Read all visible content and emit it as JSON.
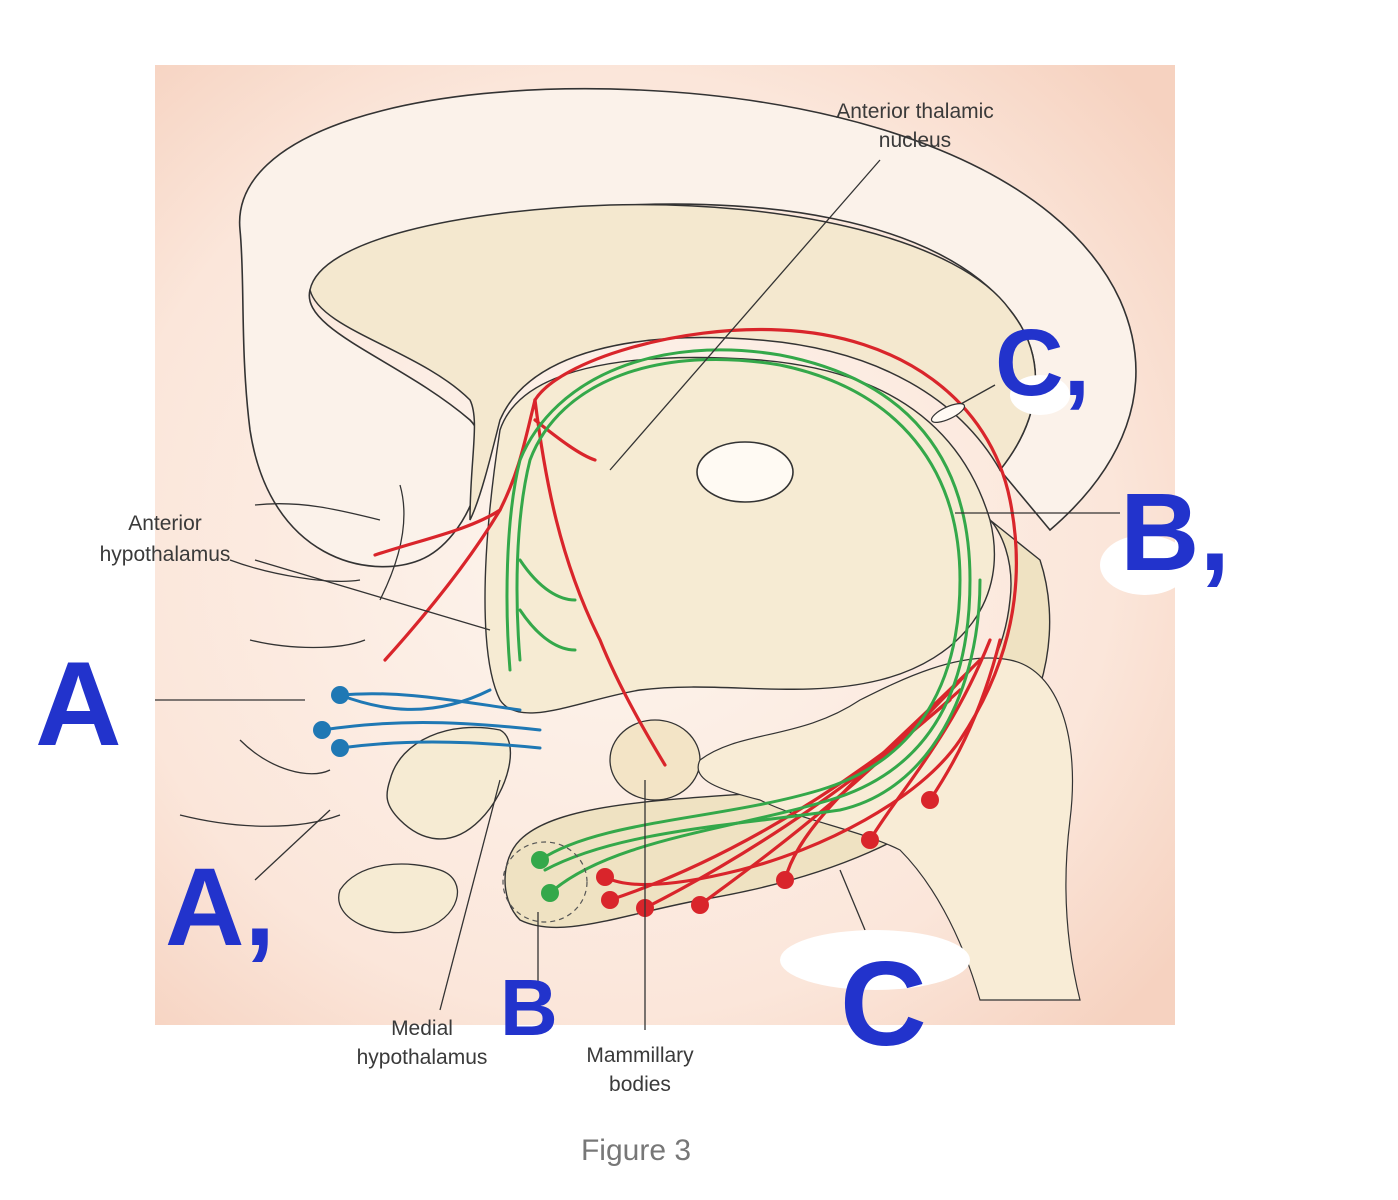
{
  "figure": {
    "caption": "Figure 3",
    "colors": {
      "red_pathway": "#d9252b",
      "green_pathway": "#34a84a",
      "blue_pathway": "#1f78b4",
      "handwriting": "#2233cc",
      "tissue": "#f3e6cc",
      "background_tint": "#f7d9c8"
    }
  },
  "labels": {
    "anterior_thalamic_1": "Anterior thalamic",
    "anterior_thalamic_2": "nucleus",
    "anterior_hypothalamus_1": "Anterior",
    "anterior_hypothalamus_2": "hypothalamus",
    "medial_hypothalamus_1": "Medial",
    "medial_hypothalamus_2": "hypothalamus",
    "mammillary_1": "Mammillary",
    "mammillary_2": "bodies"
  },
  "handwritten": {
    "a": "A",
    "a1": "A,",
    "b": "B",
    "b1": "B,",
    "c": "C",
    "c1": "C,"
  }
}
